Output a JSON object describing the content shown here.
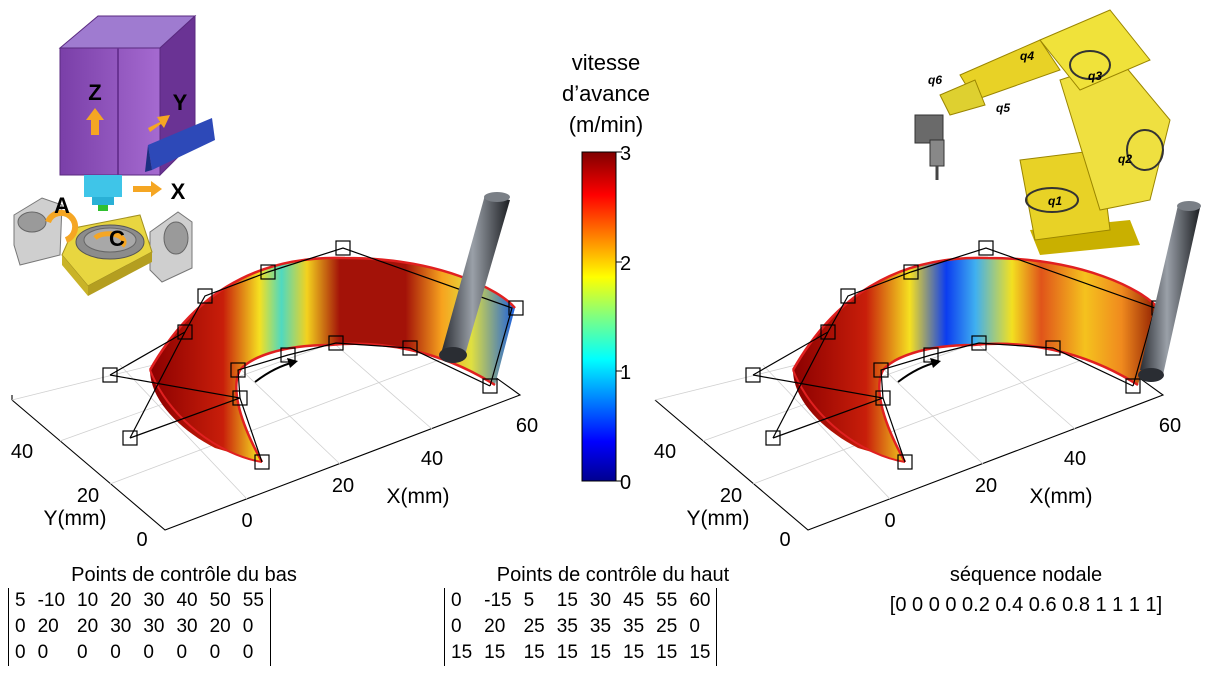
{
  "colorbar": {
    "title_lines": [
      "vitesse",
      "d’avance",
      "(m/min)"
    ],
    "ticks": [
      "3",
      "2",
      "1",
      "0"
    ]
  },
  "machine": {
    "axis_labels": [
      "Z",
      "Y",
      "X",
      "A",
      "C"
    ]
  },
  "robot": {
    "joint_labels": [
      "q1",
      "q2",
      "q3",
      "q4",
      "q5",
      "q6"
    ]
  },
  "plot_left": {
    "x_ticks": [
      "0",
      "20",
      "40",
      "60"
    ],
    "y_ticks": [
      "0",
      "20",
      "40"
    ],
    "xlabel": "X(mm)",
    "ylabel": "Y(mm)"
  },
  "plot_right": {
    "x_ticks": [
      "0",
      "20",
      "40",
      "60"
    ],
    "y_ticks": [
      "0",
      "20",
      "40"
    ],
    "xlabel": "X(mm)",
    "ylabel": "Y(mm)"
  },
  "bottom_points": {
    "title": "Points de contrôle du bas",
    "rows": [
      [
        "5",
        "-10",
        "10",
        "20",
        "30",
        "40",
        "50",
        "55"
      ],
      [
        "0",
        "20",
        "20",
        "30",
        "30",
        "30",
        "20",
        "0"
      ],
      [
        "0",
        "0",
        "0",
        "0",
        "0",
        "0",
        "0",
        "0"
      ]
    ]
  },
  "top_points": {
    "title": "Points de contrôle du haut",
    "rows": [
      [
        "0",
        "-15",
        "5",
        "15",
        "30",
        "45",
        "55",
        "60"
      ],
      [
        "0",
        "20",
        "25",
        "35",
        "35",
        "35",
        "25",
        "0"
      ],
      [
        "15",
        "15",
        "15",
        "15",
        "15",
        "15",
        "15",
        "15"
      ]
    ]
  },
  "knots": {
    "title": "séquence nodale",
    "value": "[0 0 0 0 0.2 0.4 0.6 0.8 1 1 1 1]"
  }
}
